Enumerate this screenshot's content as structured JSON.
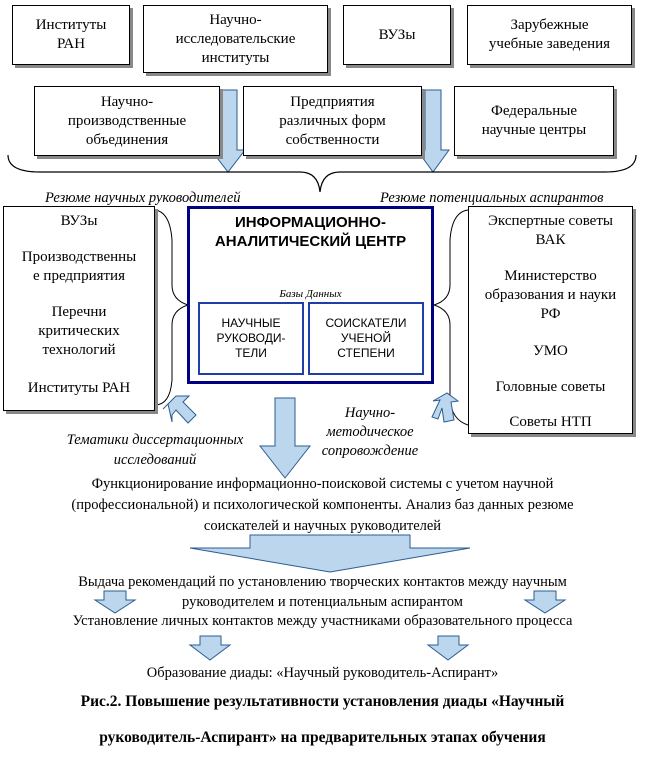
{
  "top_row": [
    "Институты\nРАН",
    "Научно-\nисследовательские\nинституты",
    "ВУЗы",
    "Зарубежные\nучебные заведения"
  ],
  "second_row": [
    "Научно-\nпроизводственные\nобъединения",
    "Предприятия\nразличных  форм\nсобственности",
    "Федеральные\nнаучные центры"
  ],
  "label_left": "Резюме научных руководителей",
  "label_right": "Резюме потенциальных аспирантов",
  "left_column": [
    "ВУЗы",
    "Производственны\nе предприятия",
    "Перечни\nкритических\nтехнологий",
    "Институты РАН"
  ],
  "right_column": [
    "Экспертные советы\nВАК",
    "Министерство\nобразования и науки\nРФ",
    "УМО",
    "Головные советы",
    "Советы НТП"
  ],
  "center": {
    "title": "ИНФОРМАЦИОННО-\nАНАЛИТИЧЕСКИЙ ЦЕНТР",
    "db_label": "Базы Данных",
    "db_left": "НАУЧНЫЕ\nРУКОВОДИ-\nТЕЛИ",
    "db_right": "СОИСКАТЕЛИ\nУЧЕНОЙ\nСТЕПЕНИ"
  },
  "note_left": "Тематики диссертационных\nисследований",
  "note_right": "Научно-\nметодическое\nсопровождение",
  "flow": {
    "step1": "Функционирование информационно-поисковой системы с учетом научной\n(профессиональной) и психологической компоненты. Анализ баз данных резюме\nсоискателей и научных руководителей",
    "step2": "Выдача рекомендаций по установлению творческих контактов между научным\nруководителем и потенциальным аспирантом",
    "step3": "Установление личных контактов между участниками образовательного процесса",
    "step4": "Образование диады: «Научный руководитель-Аспирант»"
  },
  "caption_line1": "Рис.2. Повышение результативности установления диады «Научный",
  "caption_line2": "руководитель-Аспирант» на предварительных этапах обучения",
  "colors": {
    "center_border": "#000080",
    "db_border": "#1f3fa8",
    "arrow_fill": "#bcd6ee",
    "arrow_stroke": "#2b5d91",
    "shadow": "#888888"
  }
}
